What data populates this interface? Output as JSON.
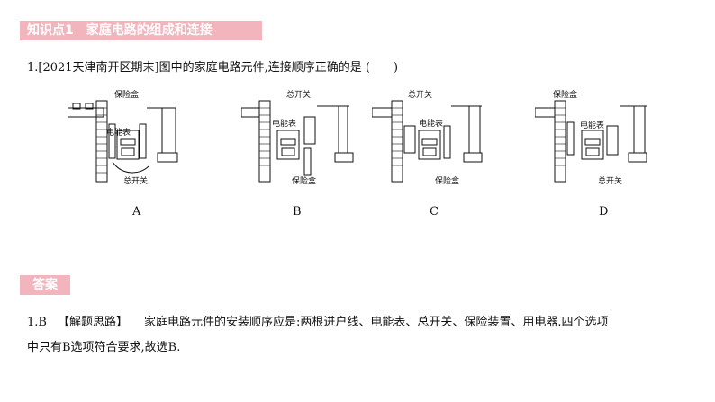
{
  "section1": {
    "label_num": "知识点1",
    "label_text": "家庭电路的组成和连接"
  },
  "question": {
    "text": "1.[2021天津南开区期末]图中的家庭电路元件,连接顺序正确的是 (　　)"
  },
  "diagrams": [
    {
      "letter": "A",
      "label_meter": "电能表",
      "label_top": "保险盒",
      "label_bottom": "总开关"
    },
    {
      "letter": "B",
      "label_meter": "电能表",
      "label_top": "总开关",
      "label_bottom": "保险盒"
    },
    {
      "letter": "C",
      "label_meter": "电能表",
      "label_top": "总开关",
      "label_bottom": "保险盒"
    },
    {
      "letter": "D",
      "label_meter": "电能表",
      "label_top": "保险盒",
      "label_bottom": "总开关"
    }
  ],
  "section2": {
    "label": "答案"
  },
  "answer": {
    "num": "1.B",
    "tag": "【解题思路】",
    "line1": "家庭电路元件的安装顺序应是:两根进户线、电能表、总开关、保险装置、用电器.四个选项",
    "line2": "中只有B选项符合要求,故选B."
  }
}
